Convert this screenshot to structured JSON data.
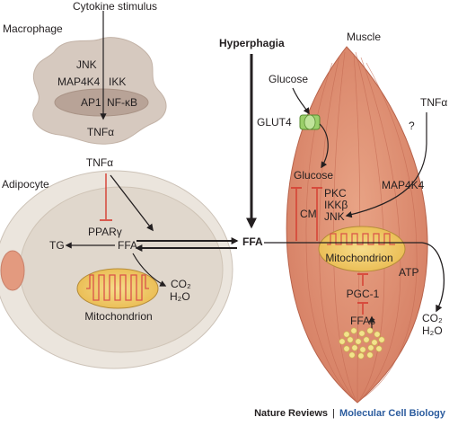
{
  "labels": {
    "cytokine_stimulus": "Cytokine stimulus",
    "macrophage": "Macrophage",
    "jnk_macrophage": "JNK",
    "ikk_macrophage": "IKK",
    "map4k4_macrophage": "MAP4K4",
    "ap1": "AP1",
    "nfkb": "NF-κB",
    "tnfa_macrophage": "TNFα",
    "adipocyte": "Adipocyte",
    "tnfa_adipocyte": "TNFα",
    "ppar_gamma": "PPARγ",
    "tg": "TG",
    "ffa_adipocyte": "FFA",
    "co2_adipocyte": "CO₂",
    "h2o_adipocyte": "H₂O",
    "mitochondrion_adipocyte": "Mitochondrion",
    "hyperphagia": "Hyperphagia",
    "ffa_center": "FFA",
    "muscle": "Muscle",
    "glucose_outside": "Glucose",
    "glut4": "GLUT4",
    "glucose_inside": "Glucose",
    "tnfa_muscle": "TNFα",
    "question_mark": "?",
    "map4k4_muscle": "MAP4K4",
    "cm": "CM",
    "pkc": "PKC",
    "ikkb": "IKKβ",
    "jnk_muscle": "JNK",
    "mitochondrion_muscle": "Mitochondrion",
    "atp": "ATP",
    "pgc1": "PGC-1",
    "ffas": "FFAs",
    "co2_muscle": "CO₂",
    "h2o_muscle": "H₂O"
  },
  "footer": {
    "journal": "Nature Reviews",
    "separator": "|",
    "title": "Molecular Cell Biology"
  }
}
